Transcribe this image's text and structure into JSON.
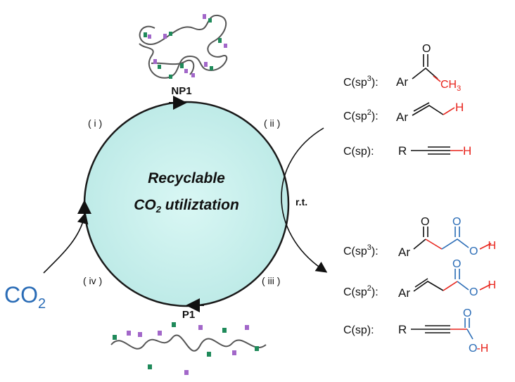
{
  "cycle": {
    "center_line1": "Recyclable",
    "center_line2_prefix": "CO",
    "center_line2_sub": "2",
    "center_line2_suffix": " utiliztation",
    "top_label": "NP1",
    "bottom_label": "P1",
    "step_i": "( i )",
    "step_ii": "( ii )",
    "step_iii": "( iii )",
    "step_iv": "( iv )",
    "condition": "r.t.",
    "co2_prefix": "CO",
    "co2_sub": "2"
  },
  "substrates": [
    {
      "prefix": "C(sp",
      "sup": "3",
      "suffix": "):",
      "group": "Ar",
      "h": "CH",
      "h_sub": "3"
    },
    {
      "prefix": "C(sp",
      "sup": "2",
      "suffix": "):",
      "group": "Ar",
      "h": "H"
    },
    {
      "prefix": "C(sp",
      "sup": "",
      "suffix": "):",
      "group": "R",
      "h": "H"
    }
  ],
  "products": [
    {
      "prefix": "C(sp",
      "sup": "3",
      "suffix": "):",
      "group": "Ar",
      "o_top": "O",
      "o_acid": "O",
      "oh_o": "O",
      "oh_h": "H"
    },
    {
      "prefix": "C(sp",
      "sup": "2",
      "suffix": "):",
      "group": "Ar",
      "o_acid": "O",
      "oh_o": "O",
      "oh_h": "H"
    },
    {
      "prefix": "C(sp",
      "sup": "",
      "suffix": "):",
      "group": "R",
      "o_acid": "O",
      "oh_o": "O",
      "oh_h": "H"
    }
  ],
  "colors": {
    "red": "#e8241c",
    "blue": "#2a6cb6",
    "circle_fill": "#c9f0ee",
    "green": "#1f8a5a",
    "purple": "#a267c9"
  }
}
